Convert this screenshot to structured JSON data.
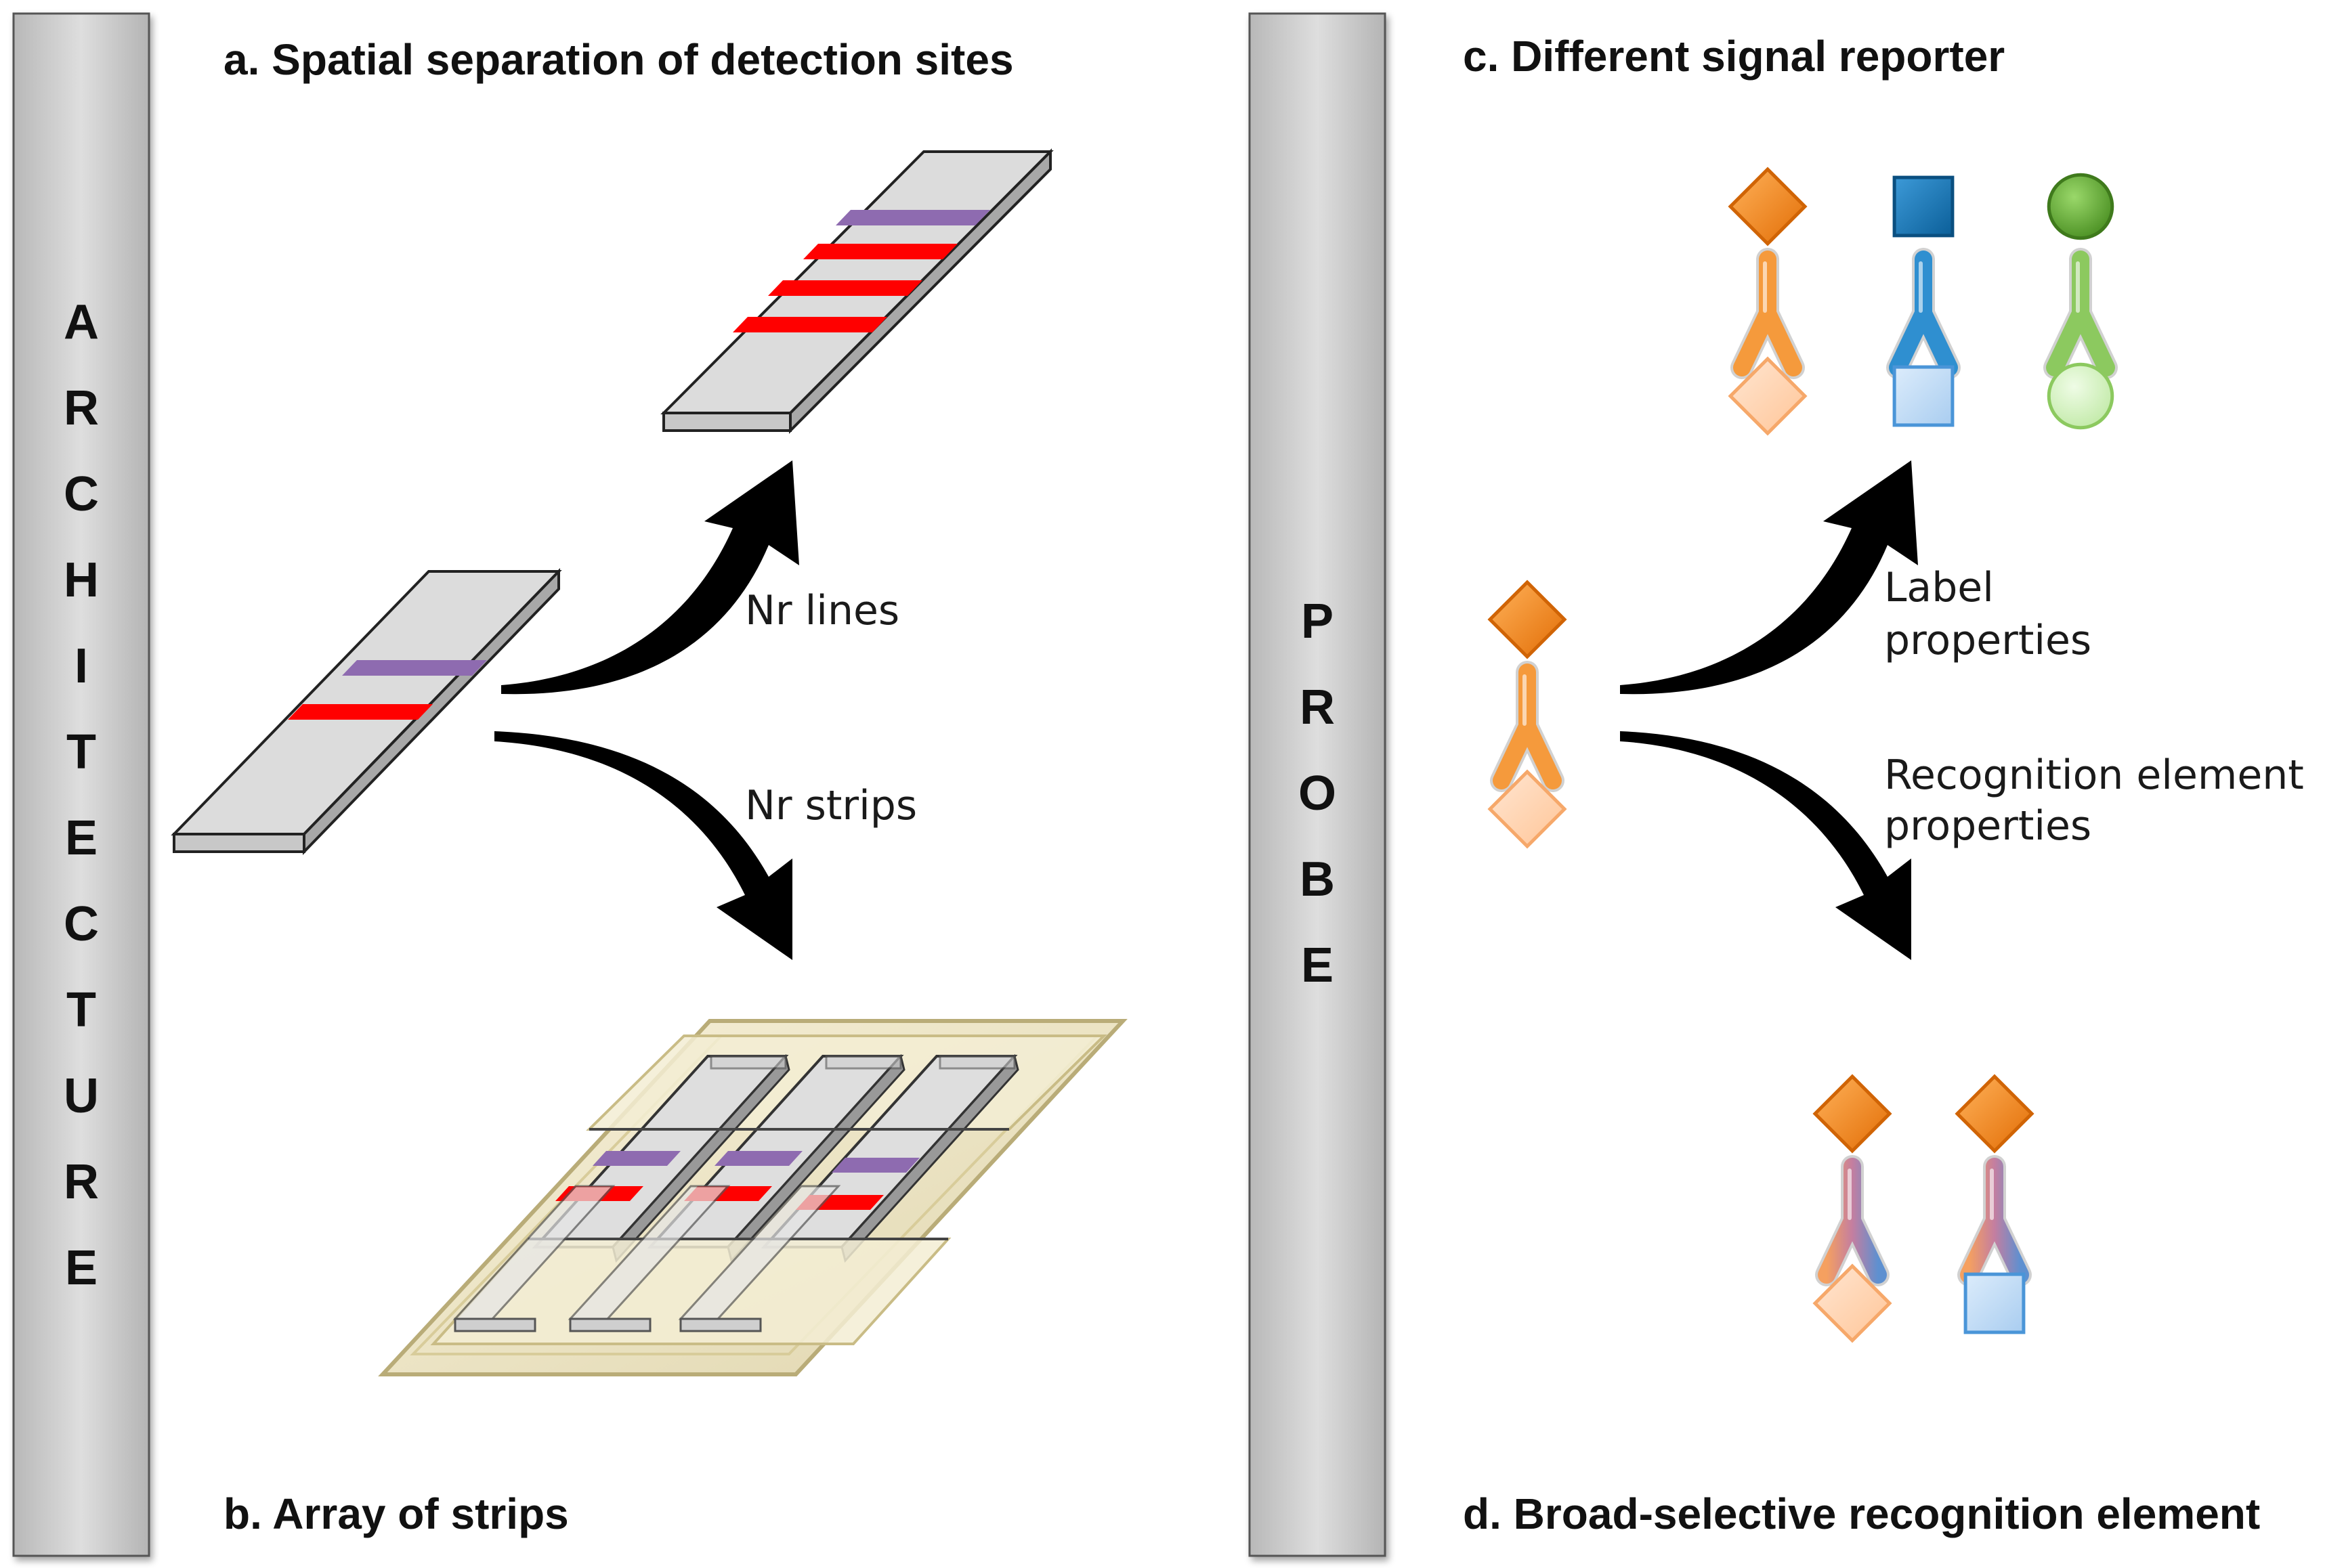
{
  "panels": {
    "a_title": "a. Spatial separation of detection sites",
    "b_title": "b. Array of strips",
    "c_title": "c. Different signal reporter",
    "d_title": "d. Broad-selective recognition element"
  },
  "side_bars": {
    "left": [
      "A",
      "R",
      "C",
      "H",
      "I",
      "T",
      "E",
      "C",
      "T",
      "U",
      "R",
      "E"
    ],
    "right": [
      "P",
      "R",
      "O",
      "B",
      "E"
    ]
  },
  "arrow_labels": {
    "nr_lines": "Nr lines",
    "nr_strips": "Nr strips",
    "label_props_1": "Label",
    "label_props_2": "properties",
    "recog_props_1": "Recognition element",
    "recog_props_2": "properties"
  },
  "colors": {
    "bar_fill": "#c8c8c8",
    "strip_top": "#dcdcdc",
    "control_line": "#8e6bb0",
    "test_line": "#ff0000",
    "tray": "#efe8cc",
    "orange": "#f48a1f",
    "orange_light": "#ffd4b0",
    "blue": "#1f7fc0",
    "blue_light": "#bcd9f5",
    "green": "#6db33f",
    "green_light": "#d5f2c4",
    "arrow": "#000000"
  }
}
